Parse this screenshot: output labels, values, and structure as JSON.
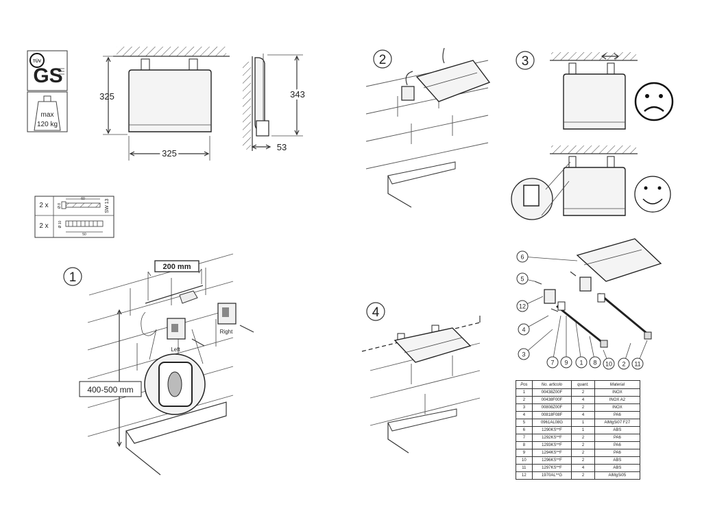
{
  "certification": {
    "tuv": "TÜV",
    "gs": "GS",
    "max_label": "max",
    "max_load": "120 kg"
  },
  "dimensions": {
    "height": "325",
    "width": "325",
    "side_height": "343",
    "depth": "53"
  },
  "fixings": {
    "row1_qty": "2 x",
    "row1_length": "60",
    "row1_dia": "Ø 8",
    "row1_wrench": "SW 13",
    "row2_qty": "2 x",
    "row2_dia": "Ø 10",
    "row2_length": "50"
  },
  "step1": {
    "number": "1",
    "spacing": "200 mm",
    "height_range": "400-500 mm",
    "left_label": "Left",
    "right_label": "Right"
  },
  "step2": {
    "number": "2"
  },
  "step3": {
    "number": "3",
    "wrong_icon": "sad-face-icon",
    "right_icon": "happy-face-icon"
  },
  "step4": {
    "number": "4"
  },
  "exploded": {
    "callouts": [
      "6",
      "5",
      "12",
      "4",
      "3",
      "7",
      "9",
      "1",
      "8",
      "10",
      "2",
      "11"
    ]
  },
  "parts_table": {
    "headers": [
      "Pos",
      "No. articolo",
      "quant.",
      "Material"
    ],
    "rows": [
      [
        "1",
        "00438Z00F",
        "2",
        "INOX"
      ],
      [
        "2",
        "00438F00F",
        "4",
        "INOX A2"
      ],
      [
        "3",
        "00808Z00F",
        "2",
        "INOX"
      ],
      [
        "4",
        "00818F08F",
        "4",
        "PA6"
      ],
      [
        "5",
        "0961AL08G",
        "1",
        "AlMgSi07 F27"
      ],
      [
        "6",
        "1290KS**F",
        "1",
        "ABS"
      ],
      [
        "7",
        "1292KS**F",
        "2",
        "PA6"
      ],
      [
        "8",
        "1293KS**F",
        "2",
        "PA6"
      ],
      [
        "9",
        "1294KS**F",
        "2",
        "PA6"
      ],
      [
        "10",
        "1296KS**F",
        "2",
        "ABS"
      ],
      [
        "11",
        "1297KS**F",
        "4",
        "ABS"
      ],
      [
        "12",
        "1970AL**G",
        "2",
        "AlMgSi05"
      ]
    ]
  }
}
